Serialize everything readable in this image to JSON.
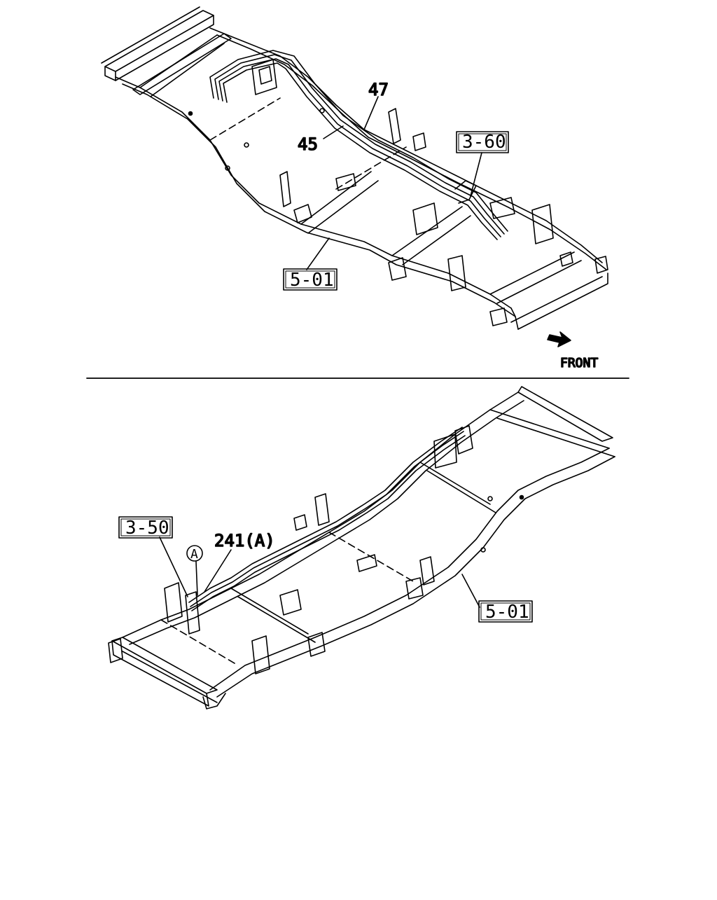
{
  "colors": {
    "ink": "#000000",
    "paper": "#ffffff"
  },
  "top_view": {
    "callouts": {
      "part_47": "47",
      "part_45": "45",
      "ref_3_60": "3-60",
      "ref_5_01": "5-01"
    },
    "front_label": "FRONT",
    "front_arrow_icon": "arrow-front-icon"
  },
  "bottom_view": {
    "callouts": {
      "ref_3_50": "3-50",
      "part_241": "241(A)",
      "circle_a": "A",
      "ref_5_01": "5-01"
    }
  }
}
